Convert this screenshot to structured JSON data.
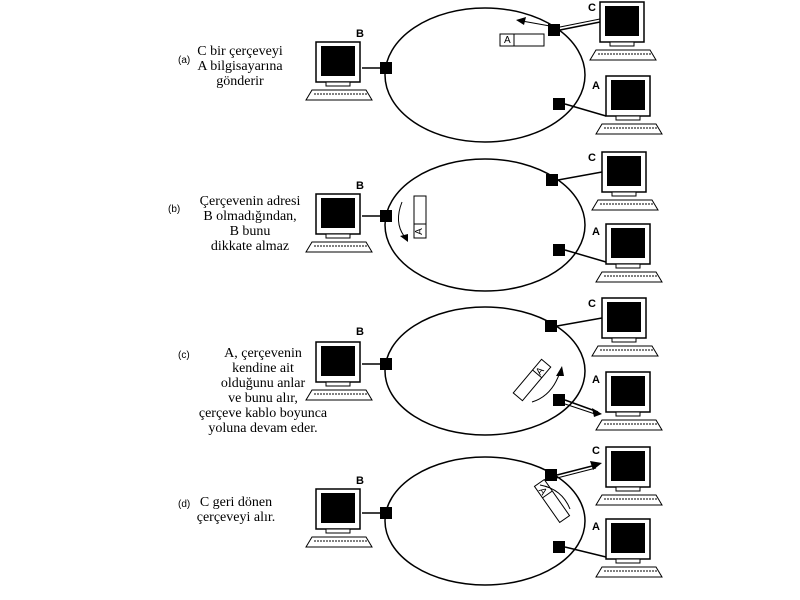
{
  "panels": [
    {
      "tag": "(a)",
      "caption": [
        "C bir çerçeveyi",
        "A bilgisayarına",
        "gönderir"
      ],
      "labels": {
        "B": "B",
        "C": "C",
        "A": "A"
      },
      "frame_letter": "A"
    },
    {
      "tag": "(b)",
      "caption": [
        "Çerçevenin adresi",
        "B olmadığından,",
        "B bunu",
        "dikkate almaz"
      ],
      "labels": {
        "B": "B",
        "C": "C",
        "A": "A"
      },
      "frame_letter": "A"
    },
    {
      "tag": "(c)",
      "caption": [
        "A, çerçevenin",
        "kendine ait",
        "olduğunu anlar",
        "ve bunu alır,",
        "çerçeve kablo boyunca",
        "yoluna devam eder."
      ],
      "labels": {
        "B": "B",
        "C": "C",
        "A": "A"
      },
      "frame_letter": "A"
    },
    {
      "tag": "(d)",
      "caption": [
        "C geri dönen",
        "çerçeveyi alır."
      ],
      "labels": {
        "B": "B",
        "C": "C",
        "A": "A"
      },
      "frame_letter": "A"
    }
  ]
}
